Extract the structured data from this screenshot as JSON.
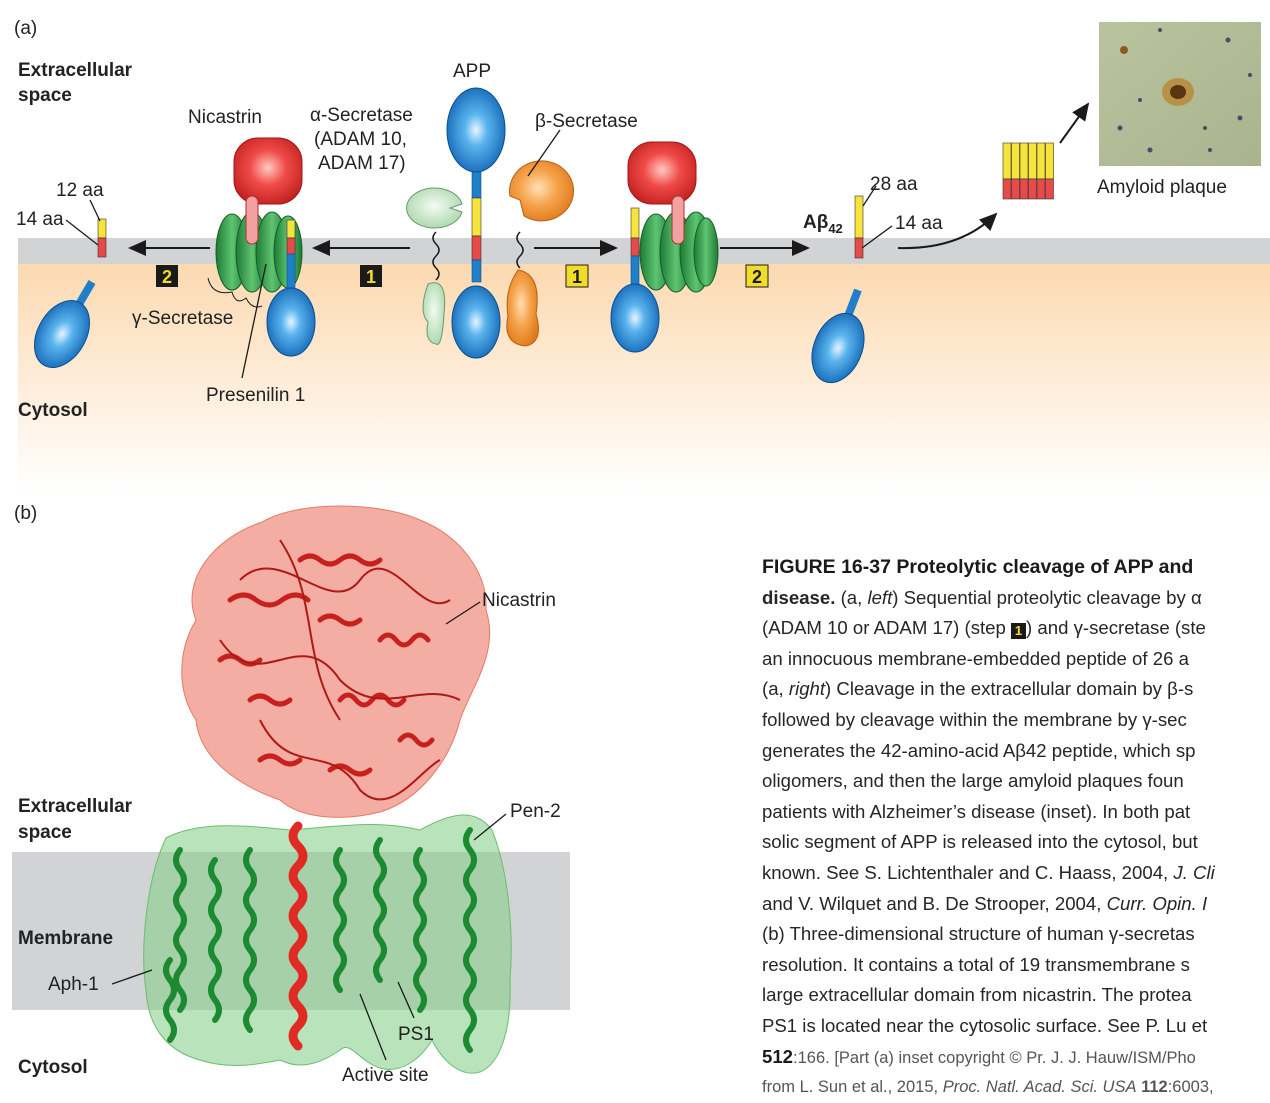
{
  "panel_a": {
    "panel_label": "(a)",
    "extracellular_label_1": "Extracellular",
    "extracellular_label_2": "space",
    "cytosol_label": "Cytosol",
    "app_label": "APP",
    "nicastrin_label": "Nicastrin",
    "alpha_secretase_lines": [
      "α-Secretase",
      "(ADAM 10,",
      "ADAM 17)"
    ],
    "beta_secretase_label": "β-Secretase",
    "gamma_secretase_label": "γ-Secretase",
    "presenilin_label": "Presenilin 1",
    "left_frag_top": "12 aa",
    "left_frag_bottom": "14 aa",
    "abeta_label": "Aβ",
    "abeta_subscript": "42",
    "right_frag_top": "28 aa",
    "right_frag_bottom": "14 aa",
    "amyloid_label": "Amyloid plaque",
    "steps": {
      "left_1": "1",
      "left_2": "2",
      "right_1": "1",
      "right_2": "2"
    }
  },
  "panel_b": {
    "panel_label": "(b)",
    "extracellular_label_1": "Extracellular",
    "extracellular_label_2": "space",
    "membrane_label": "Membrane",
    "cytosol_label": "Cytosol",
    "nicastrin_label": "Nicastrin",
    "pen2_label": "Pen-2",
    "aph1_label": "Aph-1",
    "ps1_label": "PS1",
    "active_site_label": "Active site"
  },
  "caption": {
    "l1": "FIGURE 16-37  Proteolytic cleavage of APP and",
    "l2_bold": "disease.",
    "l2_a": " (a, ",
    "l2_i": "left",
    "l2_b": ") Sequential proteolytic cleavage by α",
    "l3_a": "(ADAM 10 or ADAM 17) (step ",
    "l3_step": "1",
    "l3_b": ") and γ-secretase (ste",
    "l4": "an innocuous membrane-embedded peptide of 26 a",
    "l5_a": "(a, ",
    "l5_i": "right",
    "l5_b": ") Cleavage in the extracellular domain by β-s",
    "l6": "followed by cleavage within the membrane by γ-sec",
    "l7": "generates the 42-amino-acid Aβ42 peptide, which sp",
    "l8": "oligomers, and then the large amyloid plaques foun",
    "l9": "patients with Alzheimer’s disease (inset). In both pat",
    "l10": "solic segment of APP is released into the cytosol, but",
    "l11_a": "known. See S. Lichtenthaler and C. Haass, 2004, ",
    "l11_i": "J. Cli",
    "l12_a": "and V. Wilquet and B. De Strooper, 2004, ",
    "l12_i": "Curr. Opin. I",
    "l13": "(b) Three-dimensional structure of human γ-secretas",
    "l14": "resolution. It contains a total of 19 transmembrane s",
    "l15": "large extracellular domain from nicastrin. The protea",
    "l16": "PS1 is located near the cytosolic surface. See P. Lu et",
    "l17_b": "512",
    "l17_a": ":166. [Part (a) inset copyright © Pr. J. J. Hauw/ISM/Pho",
    "l18_a": "from L. Sun et al., 2015, ",
    "l18_i": "Proc. Natl. Acad. Sci. USA",
    "l18_b": " 112",
    "l18_c": ":6003,"
  },
  "colors": {
    "membrane_gray": "#d2d3d5",
    "cytosol_peach": "#fce3c6",
    "nicastrin_red": "#e23a3c",
    "gamma_green": "#2e9a48",
    "app_blue": "#1f7fc8",
    "alpha_pale_green": "#cfe8cf",
    "beta_orange": "#f0963a",
    "step_yellow": "#f2dc2a",
    "step_black": "#1a1a1a"
  }
}
